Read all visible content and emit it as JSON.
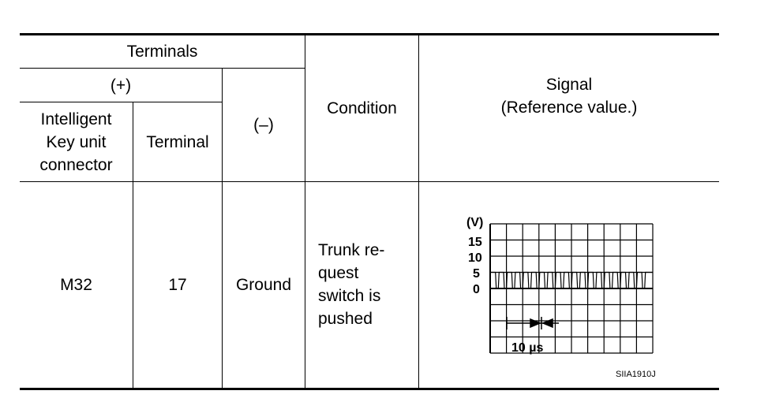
{
  "table": {
    "header": {
      "terminals": "Terminals",
      "plus": "(+)",
      "minus": "(–)",
      "connector_lines": [
        "Intelligent",
        "Key unit",
        "connector"
      ],
      "terminal": "Terminal",
      "condition": "Condition",
      "signal_lines": [
        "Signal",
        "(Reference value.)"
      ]
    },
    "row": {
      "connector": "M32",
      "terminal": "17",
      "minus": "Ground",
      "condition_lines": [
        "Trunk re-",
        "quest",
        "switch is",
        "pushed"
      ]
    }
  },
  "signal_chart": {
    "unit_label": "(V)",
    "y_ticks": [
      "15",
      "10",
      "5",
      "0"
    ],
    "time_label": "10 µs",
    "figure_id": "SIIA1910J",
    "waveform_high_volts": 5,
    "waveform_low_volts": 0,
    "time_per_division_us": 10
  }
}
